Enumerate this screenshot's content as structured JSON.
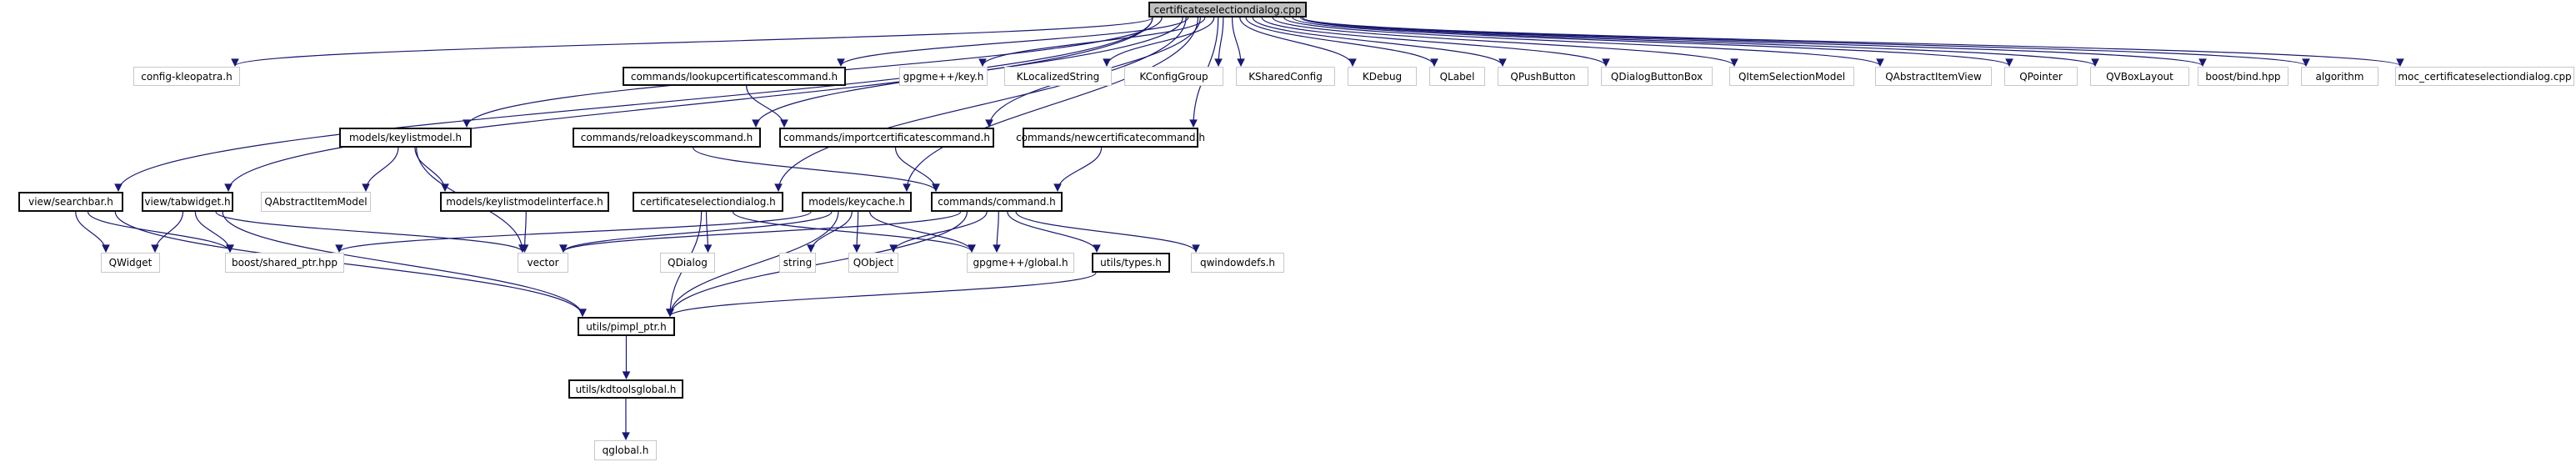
{
  "diagram": {
    "kind": "include-dependency-graph",
    "background": "#ffffff",
    "edge_color": "#191970",
    "node_fill": "#ffffff",
    "main_node_fill": "#bfbfbf",
    "documented_border": "#0a0a0a",
    "external_border": "#c8c8c8",
    "nodes": [
      {
        "id": "cpp",
        "label": "certificateselectiondialog.cpp",
        "type": "main"
      },
      {
        "id": "config",
        "label": "config-kleopatra.h",
        "type": "external"
      },
      {
        "id": "lookupcmd",
        "label": "commands/lookupcertificatescommand.h",
        "type": "documented"
      },
      {
        "id": "key_h",
        "label": "gpgme++/key.h",
        "type": "external"
      },
      {
        "id": "klocalizedstring",
        "label": "KLocalizedString",
        "type": "external"
      },
      {
        "id": "kconfiggroup",
        "label": "KConfigGroup",
        "type": "external"
      },
      {
        "id": "ksharedconfig",
        "label": "KSharedConfig",
        "type": "external"
      },
      {
        "id": "kdebug",
        "label": "KDebug",
        "type": "external"
      },
      {
        "id": "qlabel",
        "label": "QLabel",
        "type": "external"
      },
      {
        "id": "qpushbutton",
        "label": "QPushButton",
        "type": "external"
      },
      {
        "id": "qdialogbuttonbox",
        "label": "QDialogButtonBox",
        "type": "external"
      },
      {
        "id": "qitemselectionmodel",
        "label": "QItemSelectionModel",
        "type": "external"
      },
      {
        "id": "qabstractitemview",
        "label": "QAbstractItemView",
        "type": "external"
      },
      {
        "id": "qpointer",
        "label": "QPointer",
        "type": "external"
      },
      {
        "id": "qvboxlayout",
        "label": "QVBoxLayout",
        "type": "external"
      },
      {
        "id": "boostbind",
        "label": "boost/bind.hpp",
        "type": "external"
      },
      {
        "id": "algorithm",
        "label": "algorithm",
        "type": "external"
      },
      {
        "id": "moc",
        "label": "moc_certificateselectiondialog.cpp",
        "type": "external"
      },
      {
        "id": "keylistmodel",
        "label": "models/keylistmodel.h",
        "type": "documented"
      },
      {
        "id": "reloadcmd",
        "label": "commands/reloadkeyscommand.h",
        "type": "documented"
      },
      {
        "id": "importcmd",
        "label": "commands/importcertificatescommand.h",
        "type": "documented"
      },
      {
        "id": "newcertcmd",
        "label": "commands/newcertificatecommand.h",
        "type": "documented"
      },
      {
        "id": "searchbar",
        "label": "view/searchbar.h",
        "type": "documented"
      },
      {
        "id": "tabwidget",
        "label": "view/tabwidget.h",
        "type": "documented"
      },
      {
        "id": "qabstractitemmodel",
        "label": "QAbstractItemModel",
        "type": "external"
      },
      {
        "id": "keylistmodeliface",
        "label": "models/keylistmodelinterface.h",
        "type": "documented"
      },
      {
        "id": "certseldlg_h",
        "label": "certificateselectiondialog.h",
        "type": "documented"
      },
      {
        "id": "keycache",
        "label": "models/keycache.h",
        "type": "documented"
      },
      {
        "id": "command_h",
        "label": "commands/command.h",
        "type": "documented"
      },
      {
        "id": "qwidget",
        "label": "QWidget",
        "type": "external"
      },
      {
        "id": "sharedptr",
        "label": "boost/shared_ptr.hpp",
        "type": "external"
      },
      {
        "id": "vector",
        "label": "vector",
        "type": "external"
      },
      {
        "id": "qdialog",
        "label": "QDialog",
        "type": "external"
      },
      {
        "id": "string",
        "label": "string",
        "type": "external"
      },
      {
        "id": "qobject",
        "label": "QObject",
        "type": "external"
      },
      {
        "id": "gpgglobal",
        "label": "gpgme++/global.h",
        "type": "external"
      },
      {
        "id": "types_h",
        "label": "utils/types.h",
        "type": "documented"
      },
      {
        "id": "qwindowdefs",
        "label": "qwindowdefs.h",
        "type": "external"
      },
      {
        "id": "pimplptr",
        "label": "utils/pimpl_ptr.h",
        "type": "documented"
      },
      {
        "id": "kdtoolsglobal",
        "label": "utils/kdtoolsglobal.h",
        "type": "documented"
      },
      {
        "id": "qglobal",
        "label": "qglobal.h",
        "type": "external"
      }
    ],
    "edges": [
      {
        "from": "cpp",
        "to": "config"
      },
      {
        "from": "cpp",
        "to": "lookupcmd"
      },
      {
        "from": "cpp",
        "to": "key_h"
      },
      {
        "from": "cpp",
        "to": "klocalizedstring"
      },
      {
        "from": "cpp",
        "to": "kconfiggroup"
      },
      {
        "from": "cpp",
        "to": "ksharedconfig"
      },
      {
        "from": "cpp",
        "to": "kdebug"
      },
      {
        "from": "cpp",
        "to": "qlabel"
      },
      {
        "from": "cpp",
        "to": "qpushbutton"
      },
      {
        "from": "cpp",
        "to": "qdialogbuttonbox"
      },
      {
        "from": "cpp",
        "to": "qitemselectionmodel"
      },
      {
        "from": "cpp",
        "to": "qabstractitemview"
      },
      {
        "from": "cpp",
        "to": "qpointer"
      },
      {
        "from": "cpp",
        "to": "qvboxlayout"
      },
      {
        "from": "cpp",
        "to": "boostbind"
      },
      {
        "from": "cpp",
        "to": "algorithm"
      },
      {
        "from": "cpp",
        "to": "moc"
      },
      {
        "from": "cpp",
        "to": "keylistmodel"
      },
      {
        "from": "cpp",
        "to": "reloadcmd"
      },
      {
        "from": "cpp",
        "to": "importcmd"
      },
      {
        "from": "cpp",
        "to": "newcertcmd"
      },
      {
        "from": "cpp",
        "to": "searchbar"
      },
      {
        "from": "cpp",
        "to": "tabwidget"
      },
      {
        "from": "cpp",
        "to": "certseldlg_h"
      },
      {
        "from": "cpp",
        "to": "keycache"
      },
      {
        "from": "lookupcmd",
        "to": "importcmd"
      },
      {
        "from": "reloadcmd",
        "to": "command_h"
      },
      {
        "from": "importcmd",
        "to": "command_h"
      },
      {
        "from": "newcertcmd",
        "to": "command_h"
      },
      {
        "from": "keylistmodel",
        "to": "qabstractitemmodel"
      },
      {
        "from": "keylistmodel",
        "to": "keylistmodeliface"
      },
      {
        "from": "keylistmodel",
        "to": "vector"
      },
      {
        "from": "searchbar",
        "to": "qwidget"
      },
      {
        "from": "searchbar",
        "to": "sharedptr"
      },
      {
        "from": "searchbar",
        "to": "pimplptr"
      },
      {
        "from": "tabwidget",
        "to": "qwidget"
      },
      {
        "from": "tabwidget",
        "to": "sharedptr"
      },
      {
        "from": "tabwidget",
        "to": "vector"
      },
      {
        "from": "tabwidget",
        "to": "pimplptr"
      },
      {
        "from": "keylistmodeliface",
        "to": "vector"
      },
      {
        "from": "certseldlg_h",
        "to": "qdialog"
      },
      {
        "from": "certseldlg_h",
        "to": "gpgglobal"
      },
      {
        "from": "certseldlg_h",
        "to": "pimplptr"
      },
      {
        "from": "keycache",
        "to": "qobject"
      },
      {
        "from": "keycache",
        "to": "string"
      },
      {
        "from": "keycache",
        "to": "vector"
      },
      {
        "from": "keycache",
        "to": "sharedptr"
      },
      {
        "from": "keycache",
        "to": "gpgglobal"
      },
      {
        "from": "keycache",
        "to": "pimplptr"
      },
      {
        "from": "command_h",
        "to": "qobject"
      },
      {
        "from": "command_h",
        "to": "vector"
      },
      {
        "from": "command_h",
        "to": "gpgglobal"
      },
      {
        "from": "command_h",
        "to": "qwindowdefs"
      },
      {
        "from": "command_h",
        "to": "types_h"
      },
      {
        "from": "command_h",
        "to": "pimplptr"
      },
      {
        "from": "types_h",
        "to": "pimplptr"
      },
      {
        "from": "pimplptr",
        "to": "kdtoolsglobal"
      },
      {
        "from": "kdtoolsglobal",
        "to": "qglobal"
      }
    ]
  }
}
